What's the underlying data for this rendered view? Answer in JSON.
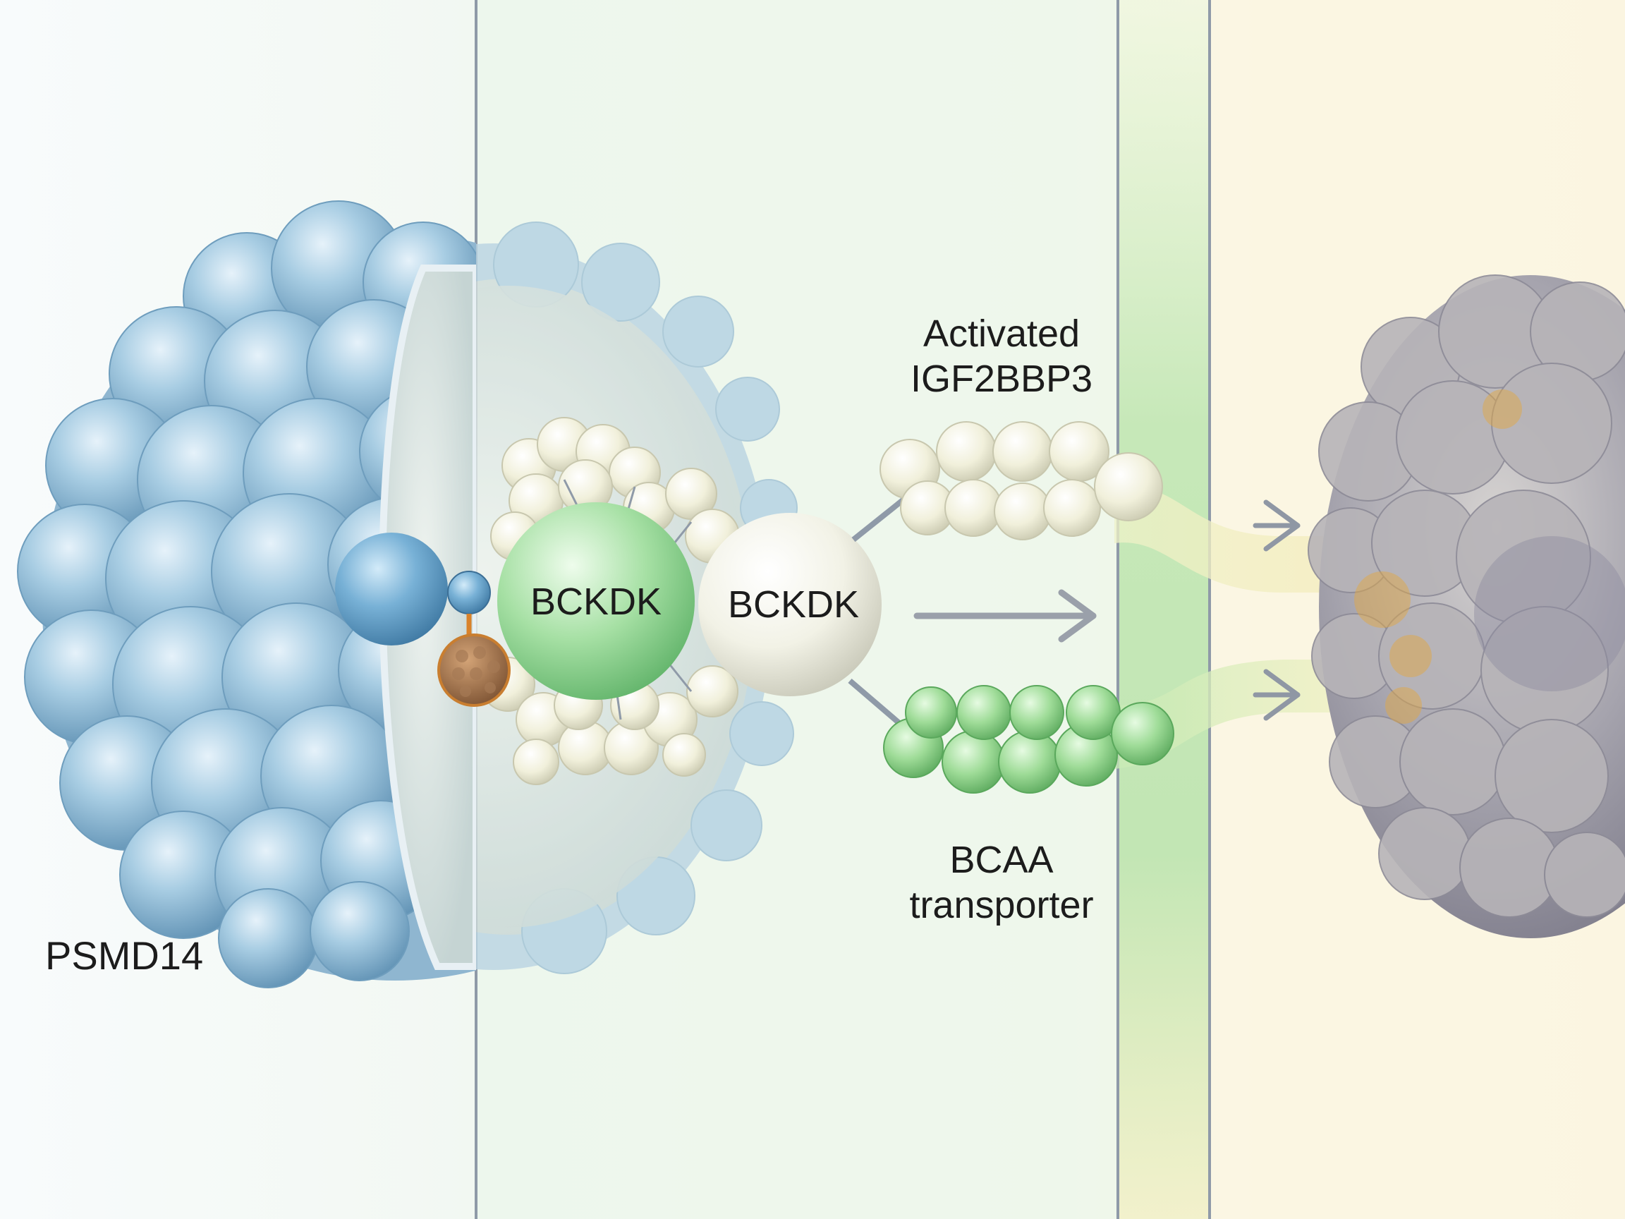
{
  "labels": {
    "psmd14": "PSMD14",
    "bckdk_green": "BCKDK",
    "bckdk_white": "BCKDK",
    "igf2bbp3_line1": "Activated",
    "igf2bbp3_line2": "IGF2BBP3",
    "bcaa_line1": "BCAA",
    "bcaa_line2": "transporter"
  },
  "colors": {
    "proteasome_blue": "#a9c9de",
    "bckdk_green": "#9fdc9f",
    "bckdk_white": "#f4f4ea",
    "igf_beads": "#f2f1dd",
    "bcaa_beads": "#a8e2a0",
    "membrane_green": "#bfe6b4",
    "target_cell": "#9c9aa6",
    "arrow_gray": "#9aa0aa"
  }
}
